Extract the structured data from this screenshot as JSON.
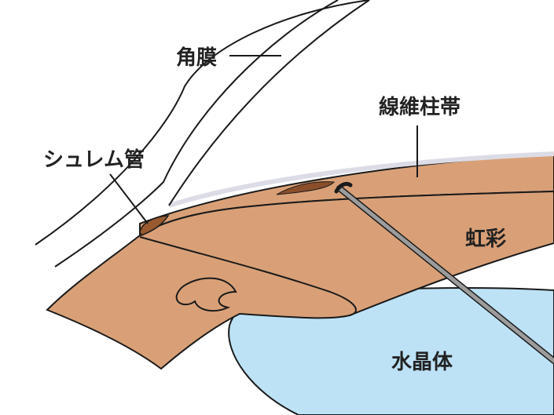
{
  "labels": {
    "cornea": "角膜",
    "fibers": "線維柱帯",
    "schlemm": "シュレム管",
    "iris": "虹彩",
    "lens": "水晶体"
  },
  "colors": {
    "tissue": "#D9A077",
    "tissue_dark": "#C98F62",
    "canal": "#9A5A30",
    "lens": "#BDE2F6",
    "cornea_fill": "#FFFFFF",
    "outline": "#1A1A1A",
    "probe": "#9C9C9C",
    "meshwork_edge": "#DCDCE6"
  }
}
